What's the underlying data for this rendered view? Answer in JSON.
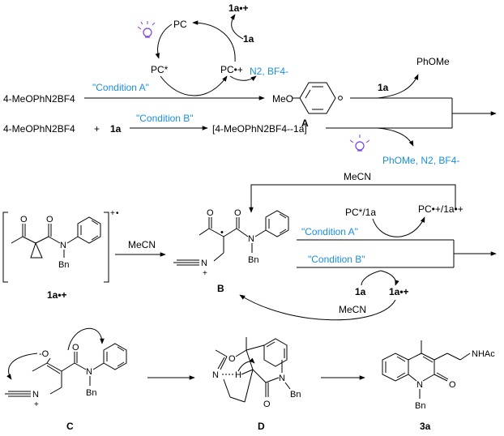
{
  "colors": {
    "condition": "#1a8fe0",
    "bulb": "#7b3fe4",
    "ink": "#000000"
  },
  "cycle": {
    "pc": "PC",
    "pc_star": "PC*",
    "pc_cation": "PC•+",
    "radical_cation": "1a•+",
    "substrate": "1a",
    "byproducts": "N2, BF4-"
  },
  "path_a": {
    "reagent": "4-MeOPhN2BF4",
    "condition": "\"Condition A\"",
    "aryl_group": "MeO",
    "intermediate_label": "A",
    "partner": "1a",
    "product": "PhOMe"
  },
  "path_b": {
    "reagent": "4-MeOPhN2BF4",
    "plus": "+",
    "substrate": "1a",
    "condition": "\"Condition B\"",
    "complex": "[4-MeOPhN2BF4--1a]",
    "products": "PhOMe, N2, BF4-"
  },
  "middle": {
    "radical_cation_label": "1a•+",
    "solvent_top": "MeCN",
    "solvent_arrow": "MeCN",
    "solvent_return": "MeCN",
    "intermediate_label": "B",
    "condition_a": "\"Condition A\"",
    "condition_b": "\"Condition B\"",
    "redox_left": "PC*/1a",
    "redox_right": "PC•+/1a•+",
    "b_left": "1a",
    "b_right": "1a•+"
  },
  "bottom": {
    "label_c": "C",
    "label_d": "D",
    "label_3a": "3a",
    "acetyl_amine": "NHAc"
  },
  "atoms": {
    "o": "O",
    "n": "N",
    "bn": "Bn",
    "h": "H",
    "minus_o": "-O",
    "plus": "+",
    "dot": "•"
  }
}
